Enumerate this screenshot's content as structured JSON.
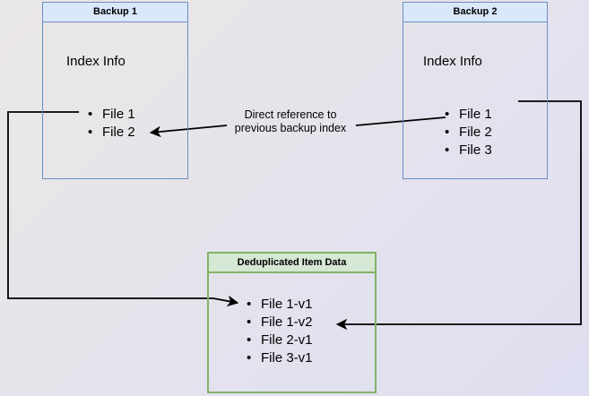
{
  "diagram": {
    "title_hidden": "",
    "background_colors": {
      "gradient_start": "#eae7e8",
      "gradient_end": "#dedef1"
    },
    "palette": {
      "blue_border": "#6c8ebf",
      "blue_header_fill": "#dae8fc",
      "green_border": "#82b366",
      "green_header_fill": "#d5e8d4",
      "edge_color": "#000000"
    },
    "nodes": {
      "backup1": {
        "header": "Backup 1",
        "section_title": "Index Info",
        "items": [
          "File 1",
          "File 2"
        ]
      },
      "backup2": {
        "header": "Backup 2",
        "section_title": "Index Info",
        "items": [
          "File 1",
          "File 2",
          "File 3"
        ]
      },
      "dedup": {
        "header": "Deduplicated Item Data",
        "items": [
          "File 1-v1",
          "File 1-v2",
          "File 2-v1",
          "File 3-v1"
        ]
      }
    },
    "edge_labels": {
      "direct_reference_line1": "Direct reference to",
      "direct_reference_line2": "previous backup index"
    }
  }
}
